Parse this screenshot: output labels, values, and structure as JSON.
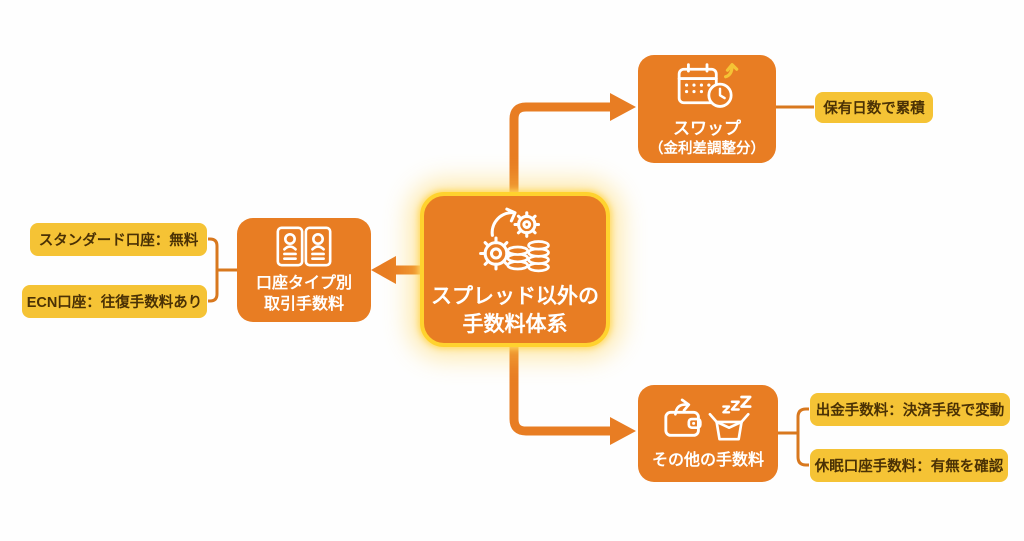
{
  "diagram": {
    "title": "スプレッド以外の手数料体系",
    "center": {
      "line1": "スプレッド以外の",
      "line2": "手数料体系",
      "icon": "gears-coins-icon"
    },
    "swap": {
      "line1": "スワップ",
      "line2": "（金利差調整分）",
      "icon": "calendar-clock-icon",
      "note": "保有日数で累積"
    },
    "account": {
      "line1": "口座タイプ別",
      "line2": "取引手数料",
      "icon": "id-cards-icon",
      "note1": "スタンダード口座：無料",
      "note2": "ECN口座：往復手数料あり"
    },
    "other": {
      "line1": "その他の手数料",
      "icon": "wallet-sleeping-box-icon",
      "note1": "出金手数料：決済手段で変動",
      "note2": "休眠口座手数料：有無を確認"
    },
    "colors": {
      "box_orange": "#E87D23",
      "connector_orange": "#E87D23",
      "thin_connector": "#D8781E",
      "label_yellow": "#F5C335",
      "label_text": "#4A3105",
      "center_border_gold": "#FFD22E",
      "box_text": "#FFFFFF",
      "background": "#FEFEFE"
    }
  }
}
